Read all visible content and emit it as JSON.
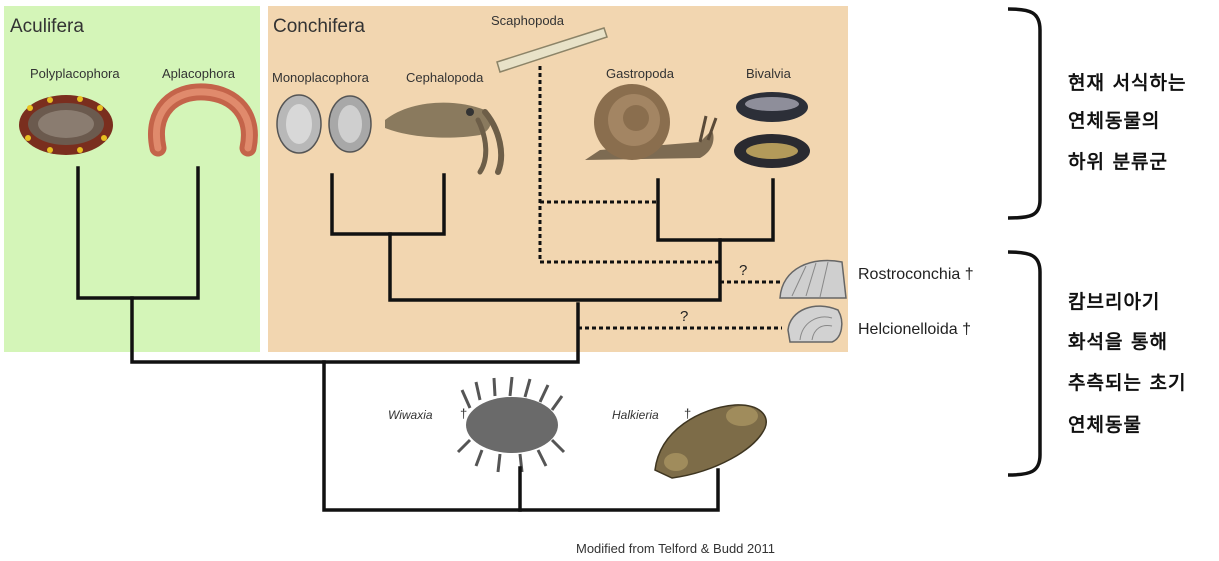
{
  "groups": {
    "aculifera": "Aculifera",
    "conchifera": "Conchifera"
  },
  "taxa": {
    "polyplacophora": "Polyplacophora",
    "aplacophora": "Aplacophora",
    "monoplacophora": "Monoplacophora",
    "cephalopoda": "Cephalopoda",
    "scaphopoda": "Scaphopoda",
    "gastropoda": "Gastropoda",
    "bivalvia": "Bivalvia"
  },
  "fossils": {
    "rostroconchia": "Rostroconchia †",
    "helcionelloida": "Helcionelloida †",
    "wiwaxia_name": "Wiwaxia",
    "halkieria_name": "Halkieria",
    "dagger": "†",
    "uncertain_mark": "?"
  },
  "annotations": {
    "living": [
      "현재 서식하는",
      "연체동물의",
      "하위 분류군"
    ],
    "cambrian": [
      "캄브리아기",
      "화석을 통해",
      "추측되는 초기",
      "연체동물"
    ]
  },
  "credit": "Modified from Telford & Budd 2011",
  "colors": {
    "aculifera_bg": "#d4f5b8",
    "conchifera_bg": "#f2d6b0",
    "tree_line": "#111111"
  }
}
